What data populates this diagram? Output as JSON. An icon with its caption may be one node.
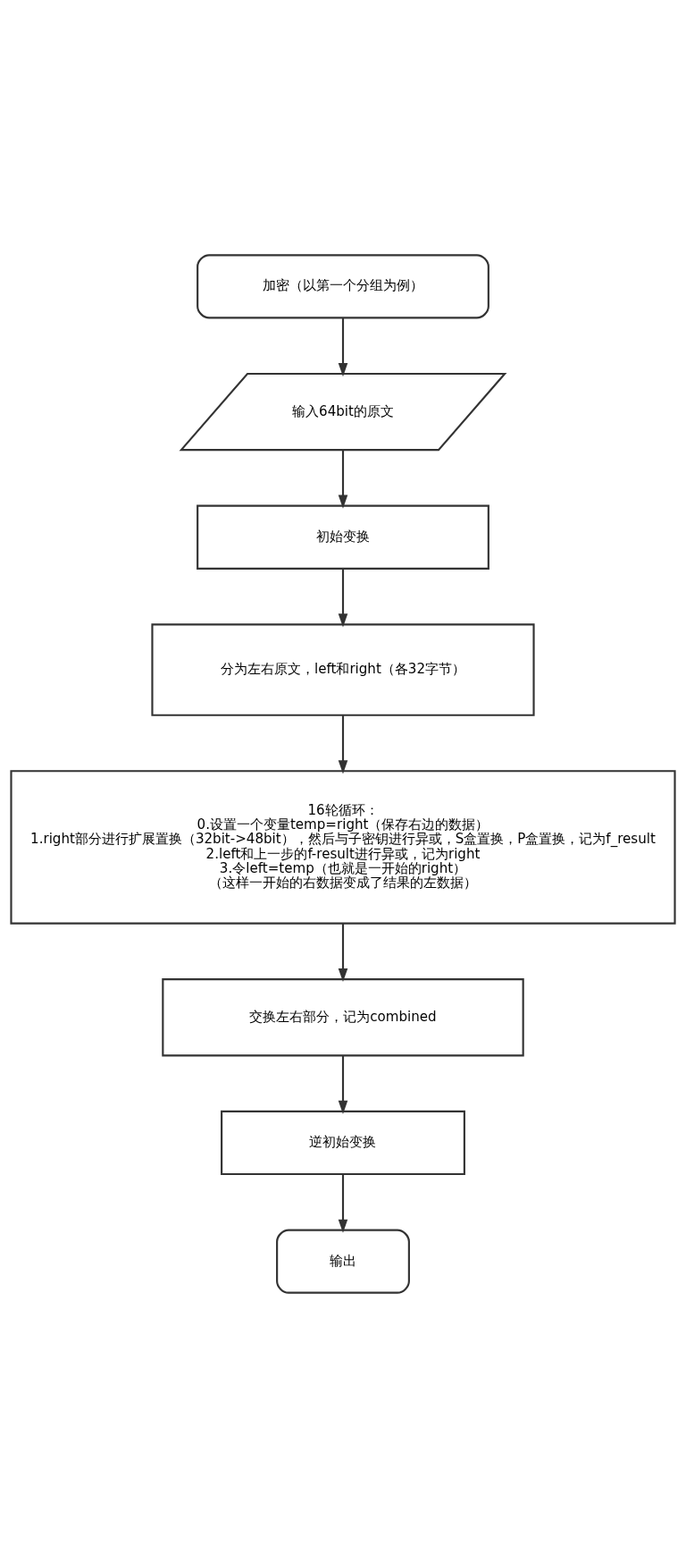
{
  "diagram": {
    "nodes": [
      {
        "text": [
          "加密（以第一个分组为例）"
        ]
      },
      {
        "text": [
          "输入64bit的原文"
        ]
      },
      {
        "text": [
          "初始变换"
        ]
      },
      {
        "text": [
          "分为左右原文，left和right（各32字节）"
        ]
      },
      {
        "text": [
          "16轮循环：",
          "0.设置一个变量temp=right（保存右边的数据）",
          "1.right部分进行扩展置换（32bit->48bit），然后与子密钥进行异或，S盒置换，P盒置换，记为f_result",
          "2.left和上一步的f-result进行异或，记为right",
          "3.令left=temp（也就是一开始的right）",
          "（这样一开始的右数据变成了结果的左数据）"
        ]
      },
      {
        "text": [
          "交换左右部分，记为combined"
        ]
      },
      {
        "text": [
          "逆初始变换"
        ]
      },
      {
        "text": [
          "输出"
        ]
      }
    ],
    "edges": [
      {
        "from": 0,
        "to": 1,
        "arrow": "to"
      },
      {
        "from": 1,
        "to": 2,
        "arrow": "to"
      },
      {
        "from": 2,
        "to": 3,
        "arrow": "to"
      },
      {
        "from": 3,
        "to": 4,
        "arrow": "to"
      },
      {
        "from": 4,
        "to": 5,
        "arrow": "to"
      },
      {
        "from": 5,
        "to": 6,
        "arrow": "to"
      },
      {
        "from": 6,
        "to": 7,
        "arrow": "to"
      }
    ]
  }
}
